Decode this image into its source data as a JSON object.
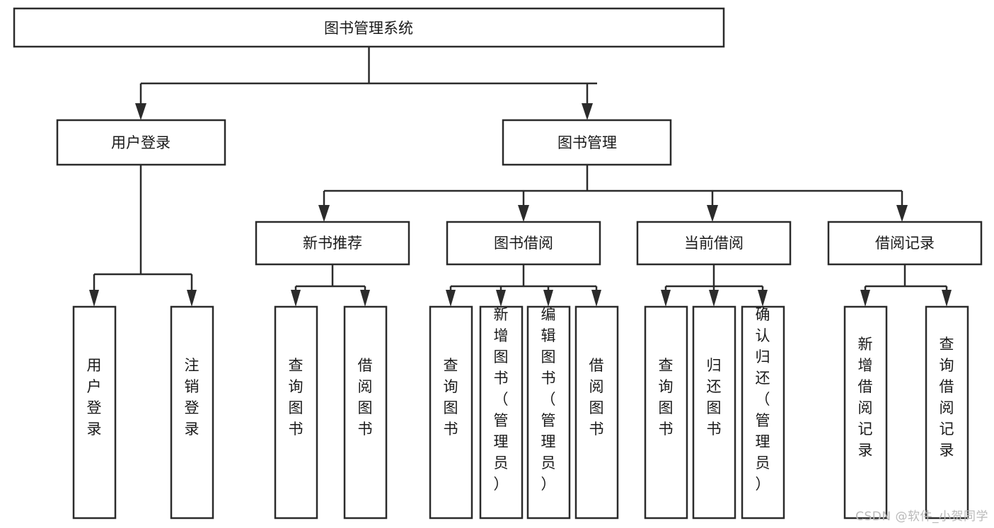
{
  "diagram": {
    "type": "hierarchy-tree",
    "title": "图书管理系统",
    "levels": 4,
    "root": {
      "label": "图书管理系统"
    },
    "level2": [
      {
        "label": "用户登录"
      },
      {
        "label": "图书管理"
      }
    ],
    "level3": [
      {
        "label": "新书推荐"
      },
      {
        "label": "图书借阅"
      },
      {
        "label": "当前借阅"
      },
      {
        "label": "借阅记录"
      }
    ],
    "leaves": {
      "user_login": [
        {
          "label": "用户登录"
        },
        {
          "label": "注销登录"
        }
      ],
      "new_book_recommend": [
        {
          "label": "查询图书"
        },
        {
          "label": "借阅图书"
        }
      ],
      "book_borrow": [
        {
          "label": "查询图书"
        },
        {
          "label": "新增图书（管理员）"
        },
        {
          "label": "编辑图书（管理员）"
        },
        {
          "label": "借阅图书"
        }
      ],
      "current_borrow": [
        {
          "label": "查询图书"
        },
        {
          "label": "归还图书"
        },
        {
          "label": "确认归还（管理员）"
        }
      ],
      "borrow_record": [
        {
          "label": "新增借阅记录"
        },
        {
          "label": "查询借阅记录"
        }
      ]
    },
    "colors": {
      "box_stroke": "#2b2b2b",
      "box_fill": "#ffffff",
      "text": "#1a1a1a",
      "connector": "#2b2b2b",
      "watermark": "#b9b9b9",
      "background": "#ffffff"
    }
  },
  "watermark": {
    "text": "CSDN @软件_小贺同学"
  }
}
